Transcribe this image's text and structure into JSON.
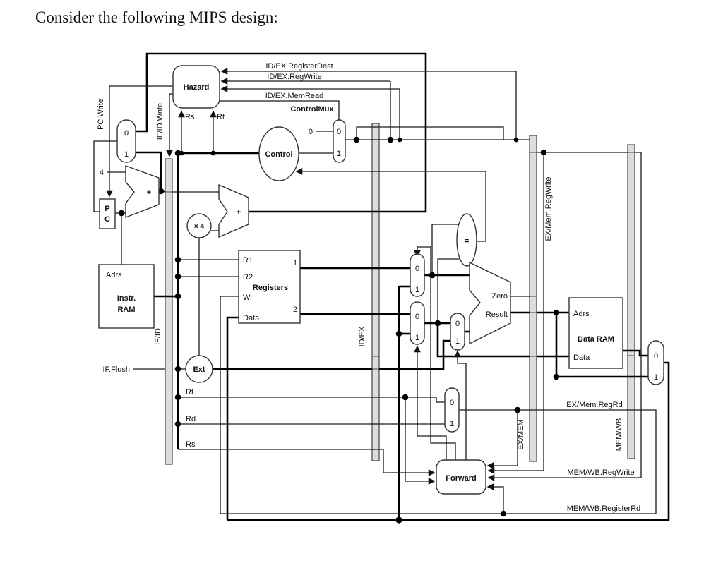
{
  "title": "Consider the following MIPS design:",
  "labels": {
    "hazard": "Hazard",
    "idex_registerdest": "ID/EX.RegisterDest",
    "idex_regwrite": "ID/EX.RegWrite",
    "idex_memread": "ID/EX.MemRead",
    "controlmux": "ControlMux",
    "control": "Control",
    "const0": "0",
    "pc_write": "PC Write",
    "ifid_write": "IF/ID.Write",
    "rs_top": "Rs",
    "rt_top": "Rt",
    "four": "4",
    "p": "P",
    "c": "C",
    "adrs": "Adrs",
    "instr": "Instr.",
    "ram": "RAM",
    "ifid": "IF/ID",
    "if_flush": "IF.Flush",
    "x4": "× 4",
    "plus": "+",
    "ext": "Ext",
    "r1": "R1",
    "r2": "R2",
    "registers": "Registers",
    "wr": "Wr",
    "data": "Data",
    "out1": "1",
    "out2": "2",
    "rt": "Rt",
    "rd": "Rd",
    "rs": "Rs",
    "idex": "ID/EX",
    "eq": "=",
    "zero": "Zero",
    "result": "Result",
    "exmem": "EX/MEM",
    "exmem_regwrite": "EX/Mem.RegWrite",
    "exmem_regrd": "EX/Mem.RegRd",
    "dataram": "Data RAM",
    "memwb": "MEM/WB",
    "memwb_regwrite": "MEM/WB.RegWrite",
    "memwb_registerrd": "MEM/WB.RegisterRd",
    "forward": "Forward",
    "d0": "0",
    "d1": "1"
  }
}
